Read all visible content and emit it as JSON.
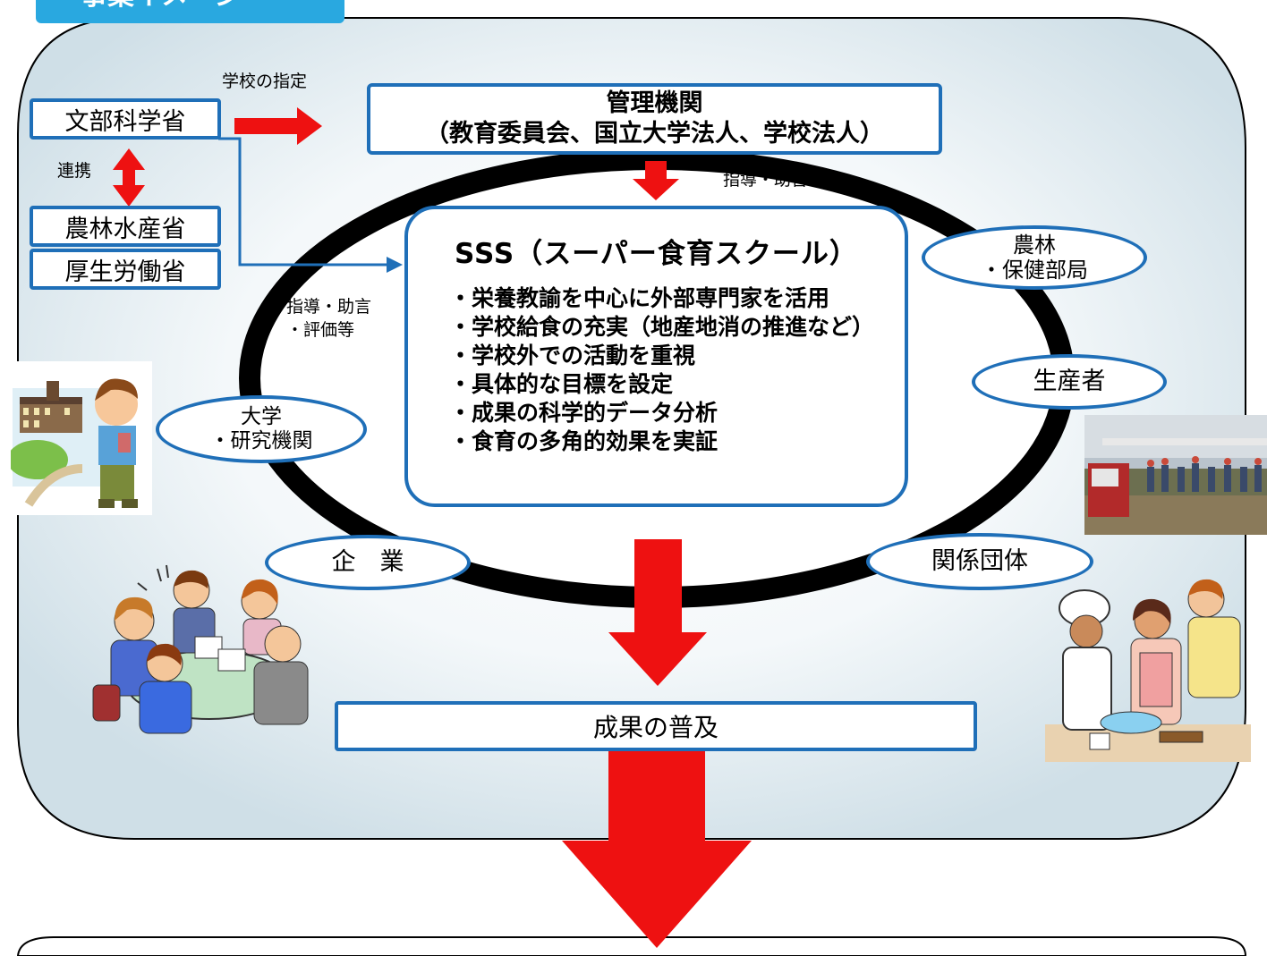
{
  "header_tab": {
    "label": "事業イメージ"
  },
  "ministries": {
    "mext": "文部科学省",
    "maff": "農林水産省",
    "mhlw": "厚生労働省",
    "cooperation_label": "連携"
  },
  "arrows": {
    "school_designation": "学校の指定",
    "guidance_top": "指導・助言等",
    "guidance_left_line1": "指導・助言",
    "guidance_left_line2": "・評価等"
  },
  "management": {
    "title": "管理機関",
    "subtitle": "（教育委員会、国立大学法人、学校法人）"
  },
  "sss": {
    "title": "SSS（スーパー食育スクール）",
    "items": [
      "栄養教諭を中心に外部専門家を活用",
      "学校給食の充実（地産地消の推進など）",
      "学校外での活動を重視",
      "具体的な目標を設定",
      "成果の科学的データ分析",
      "食育の多角的効果を実証"
    ]
  },
  "partners": {
    "agri_health_line1": "農林",
    "agri_health_line2": "・保健部局",
    "producers": "生産者",
    "university_line1": "大学",
    "university_line2": "・研究機関",
    "companies": "企　業",
    "organizations": "関係団体"
  },
  "outcome": {
    "label": "成果の普及"
  },
  "colors": {
    "arrow_red": "#ee1111",
    "box_blue": "#1f6fb8",
    "header_blue": "#29a8e0"
  },
  "icons": [
    "school-boy-illustration",
    "meeting-people-illustration",
    "farm-harvest-photo",
    "cooking-people-illustration"
  ]
}
